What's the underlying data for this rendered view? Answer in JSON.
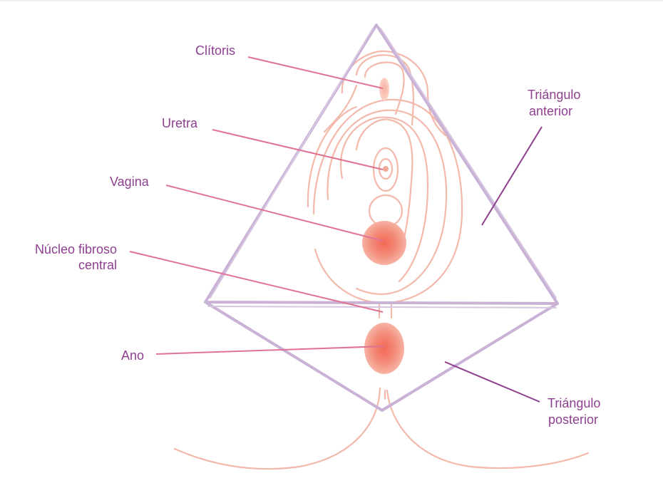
{
  "labels": {
    "clitoris": "Clítoris",
    "uretra": "Uretra",
    "vagina": "Vagina",
    "nucleo_line1": "Núcleo fibroso",
    "nucleo_line2": "central",
    "ano": "Ano",
    "tri_anterior_line1": "Triángulo",
    "tri_anterior_line2": "anterior",
    "tri_posterior_line1": "Triángulo",
    "tri_posterior_line2": "posterior"
  },
  "colors": {
    "label_text": "#8e3f8e",
    "pink_leader": "#e07393",
    "purple_leader": "#8e3f8e",
    "triangle": "#c9b2d6",
    "anatomy_outline": "#f3b9aa",
    "organ_fill": "#f08a78"
  }
}
